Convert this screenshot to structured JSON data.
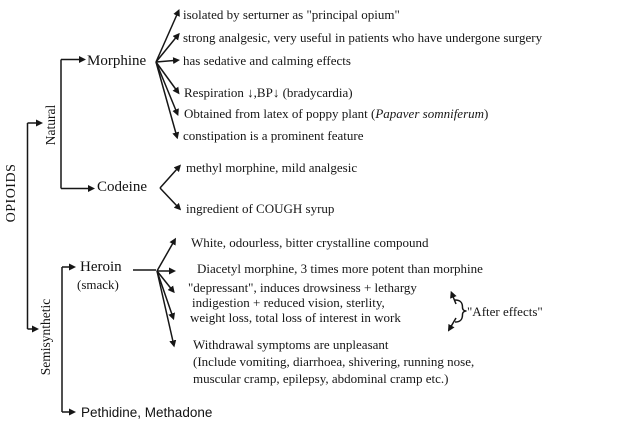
{
  "diagram": {
    "root_label": "OPIOIDS",
    "groups": {
      "natural": {
        "label": "Natural"
      },
      "semisynthetic": {
        "label": "Semisynthetic"
      }
    },
    "nodes": {
      "morphine": {
        "label": "Morphine",
        "fact_isolated": "isolated by serturner as \"principal opium\"",
        "fact_analgesic": "strong analgesic, very useful in patients who have undergone surgery",
        "fact_sedative": "has sedative and calming effects",
        "fact_respiration": "Respiration ↓,BP↓ (bradycardia)",
        "fact_obtained_prefix": "Obtained from latex of poppy plant (",
        "fact_obtained_species": "Papaver somniferum",
        "fact_obtained_suffix": ")",
        "fact_constipation": "constipation is a prominent feature"
      },
      "codeine": {
        "label": "Codeine",
        "fact_methyl": "methyl morphine, mild analgesic",
        "fact_cough": "ingredient of COUGH syrup"
      },
      "heroin": {
        "label": "Heroin",
        "sublabel": "(smack)",
        "fact_appearance": "White, odourless, bitter crystalline compound",
        "fact_potency": "Diacetyl morphine, 3 times more potent than morphine",
        "fact_depressant_line1": "\"depressant\", induces drowsiness + lethargy",
        "fact_depressant_line2": "indigestion + reduced vision, sterlity,",
        "fact_depressant_line3": "weight loss, total loss of interest in work",
        "after_effects_label": "\"After effects\"",
        "fact_withdrawal_line1": "Withdrawal symptoms are unpleasant",
        "fact_withdrawal_line2": "(Include vomiting, diarrhoea, shivering, running nose,",
        "fact_withdrawal_line3": "muscular cramp, epilepsy, abdominal cramp etc.)"
      },
      "pethidine": {
        "label": "Pethidine, Methadone"
      }
    }
  }
}
